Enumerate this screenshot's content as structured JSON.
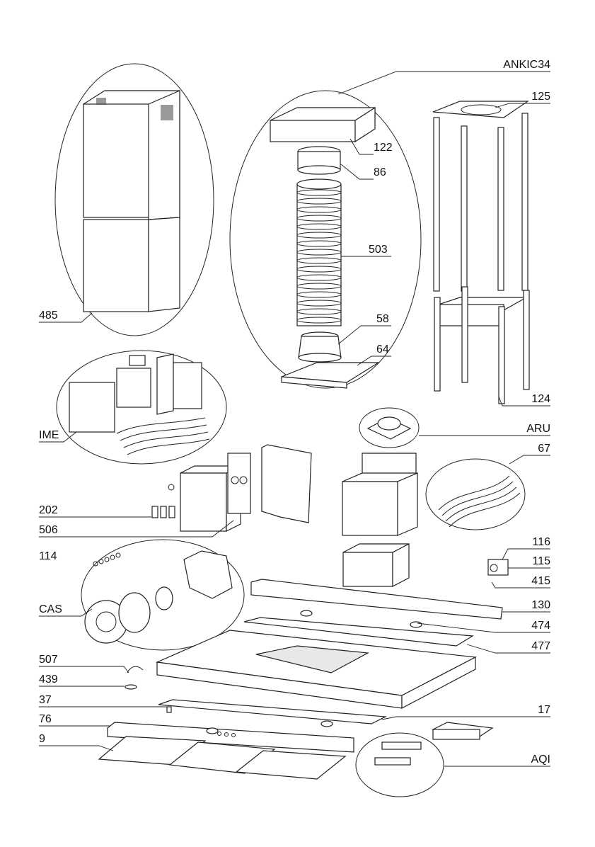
{
  "labels": {
    "l485": "485",
    "lIME": "IME",
    "l202": "202",
    "l506": "506",
    "l114": "114",
    "lCAS": "CAS",
    "l507": "507",
    "l439": "439",
    "l37": "37",
    "l76": "76",
    "l9": "9",
    "lANKIC34": "ANKIC34",
    "l125": "125",
    "l122": "122",
    "l86": "86",
    "l503": "503",
    "l58": "58",
    "l64": "64",
    "l124": "124",
    "lARU": "ARU",
    "l67": "67",
    "l116": "116",
    "l115": "115",
    "l415": "415",
    "l130": "130",
    "l474": "474",
    "l477": "477",
    "l17": "17",
    "lAQI": "AQI"
  }
}
